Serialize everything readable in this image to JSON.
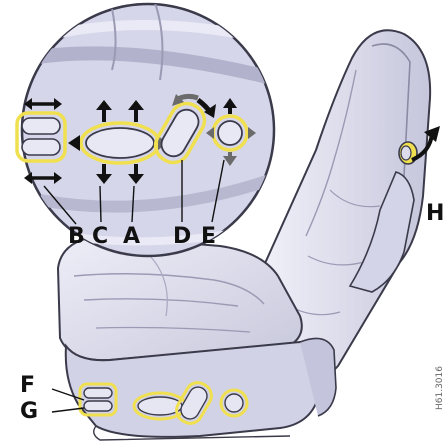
{
  "labels": {
    "B": "B",
    "C": "C",
    "A": "A",
    "D": "D",
    "E": "E",
    "F": "F",
    "G": "G",
    "H": "H"
  },
  "figure_code": "H61.3016",
  "colors": {
    "seat_fill": "#dcdcec",
    "seat_shade": "#c4c4dc",
    "outline": "#3a3a4a",
    "control_highlight": "#f0e050",
    "arrow": "#111111",
    "arrow_shade": "#6b6b6b"
  }
}
